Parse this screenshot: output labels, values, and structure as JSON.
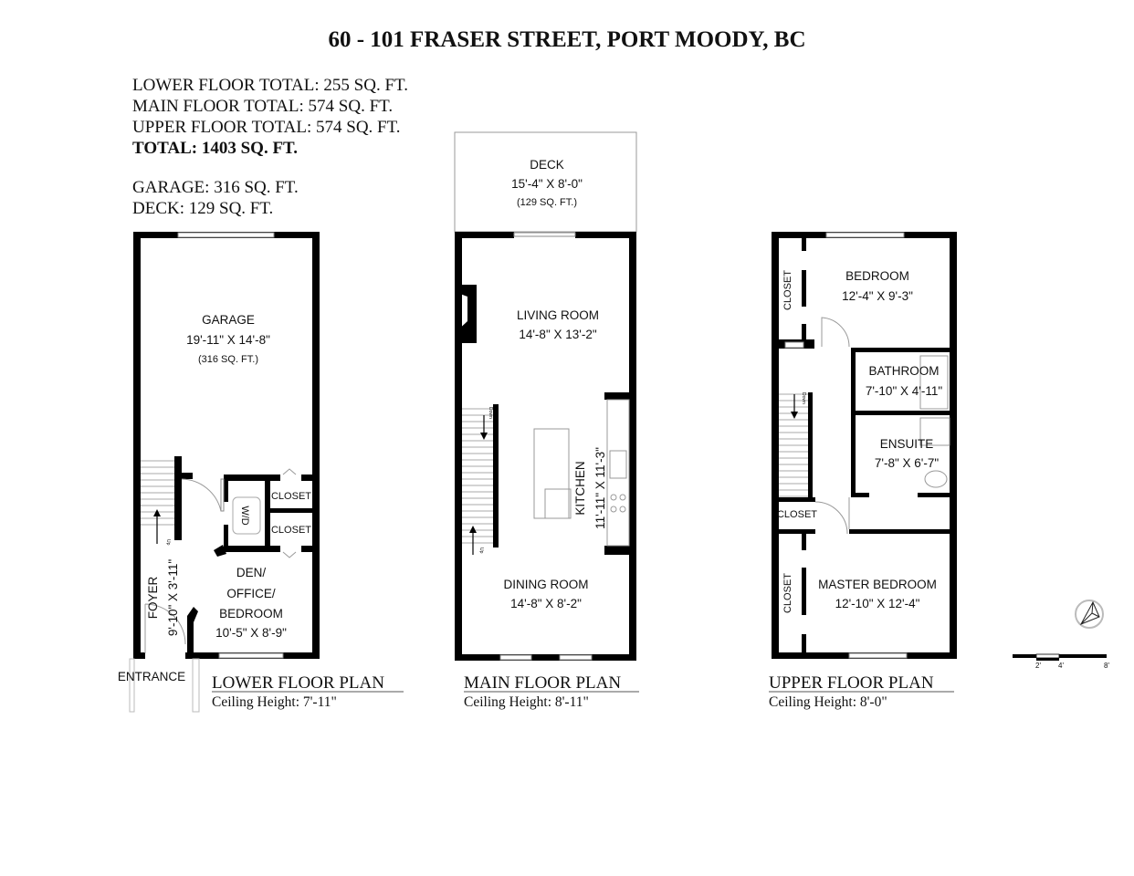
{
  "title": "60 - 101 FRASER STREET, PORT MOODY, BC",
  "summary": {
    "lower": "LOWER FLOOR TOTAL: 255 SQ. FT.",
    "main": "MAIN FLOOR TOTAL: 574 SQ. FT.",
    "upper": "UPPER FLOOR TOTAL: 574 SQ. FT.",
    "total": "TOTAL: 1403 SQ. FT.",
    "garage": "GARAGE: 316 SQ. FT.",
    "deck": "DECK: 129 SQ. FT."
  },
  "lower_floor": {
    "plan_label": "LOWER FLOOR PLAN",
    "ceiling": "Ceiling Height: 7'-11\"",
    "garage": {
      "name": "GARAGE",
      "dims": "19'-11\" X 14'-8\"",
      "area": "(316 SQ. FT.)"
    },
    "closet1": "CLOSET",
    "closet2": "CLOSET",
    "wd": "W/D",
    "den": {
      "line1": "DEN/",
      "line2": "OFFICE/",
      "line3": "BEDROOM",
      "dims": "10'-5\" X 8'-9\""
    },
    "foyer": {
      "name": "FOYER",
      "dims": "9'-10\" X 3'-11\""
    },
    "stair_label": "Up",
    "entrance": "ENTRANCE"
  },
  "main_floor": {
    "plan_label": "MAIN FLOOR PLAN",
    "ceiling": "Ceiling Height: 8'-11\"",
    "deck": {
      "name": "DECK",
      "dims": "15'-4\" X 8'-0\"",
      "area": "(129 SQ. FT.)"
    },
    "living": {
      "name": "LIVING ROOM",
      "dims": "14'-8\" X 13'-2\""
    },
    "kitchen": {
      "name": "KITCHEN",
      "dims": "11'-11\" X 11'-3\""
    },
    "dining": {
      "name": "DINING ROOM",
      "dims": "14'-8\" X 8'-2\""
    },
    "stair_down": "Down",
    "stair_up": "Up"
  },
  "upper_floor": {
    "plan_label": "UPPER FLOOR PLAN",
    "ceiling": "Ceiling Height: 8'-0\"",
    "bedroom": {
      "name": "BEDROOM",
      "dims": "12'-4\" X 9'-3\""
    },
    "bathroom": {
      "name": "BATHROOM",
      "dims": "7'-10\" X 4'-11\""
    },
    "ensuite": {
      "name": "ENSUITE",
      "dims": "7'-8\" X 6'-7\""
    },
    "master": {
      "name": "MASTER BEDROOM",
      "dims": "12'-10\" X 12'-4\""
    },
    "closet_top": "CLOSET",
    "closet_mid": "CLOSET",
    "closet_master": "CLOSET",
    "stair_down": "Down"
  },
  "scale": {
    "t1": "2'",
    "t2": "4'",
    "t3": "8'"
  }
}
